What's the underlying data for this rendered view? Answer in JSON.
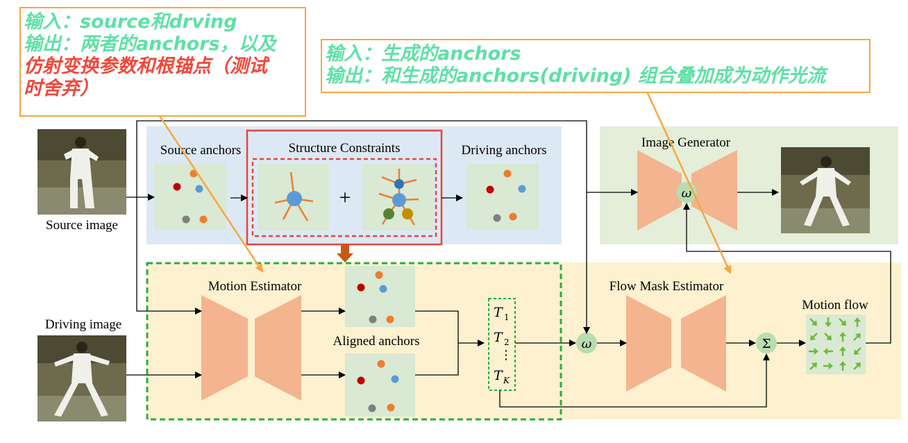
{
  "notes": [
    {
      "id": "note1",
      "lines": [
        {
          "text": "输入：source和drving",
          "color": "green"
        },
        {
          "text": "输出：两者的anchors，以及",
          "color": "green"
        },
        {
          "text": "仿射变换参数和根锚点（测试",
          "color": "red"
        },
        {
          "text": "时舍弃）",
          "color": "red"
        }
      ]
    },
    {
      "id": "note2",
      "lines": [
        {
          "text": "输入：生成的anchors",
          "color": "green"
        },
        {
          "text": "输出：和生成的anchors(driving) 组合叠加成为动作光流",
          "color": "green"
        }
      ]
    }
  ],
  "labels": {
    "source_image": "Source image",
    "driving_image": "Driving image",
    "source_anchors": "Source anchors",
    "structure_constraints": "Structure Constraints",
    "driving_anchors": "Driving anchors",
    "image_generator": "Image Generator",
    "motion_estimator": "Motion Estimator",
    "aligned_anchors": "Aligned anchors",
    "flow_mask_estimator": "Flow Mask Estimator",
    "motion_flow": "Motion flow",
    "omega": "ω",
    "sigma": "Σ",
    "plus": "+",
    "t1_base": "T",
    "t1_sub": "1",
    "t2_base": "T",
    "t2_sub": "2",
    "tk_base": "T",
    "tk_sub": "K",
    "dots": "⋮"
  },
  "colors": {
    "blue_panel": "#dce9f5",
    "green_panel": "#e4eed9",
    "yellow_panel": "#fdf1cf",
    "anchor_box": "#d9e9d3",
    "network": "#f3b48f",
    "omega_node": "#b9dcb0",
    "red_frame": "#e8453c",
    "green_dash": "#27ae3f",
    "down_arrow": "#c55a11",
    "orange_note_line": "#f5a742",
    "flow_arrow": "#6fb83f"
  }
}
